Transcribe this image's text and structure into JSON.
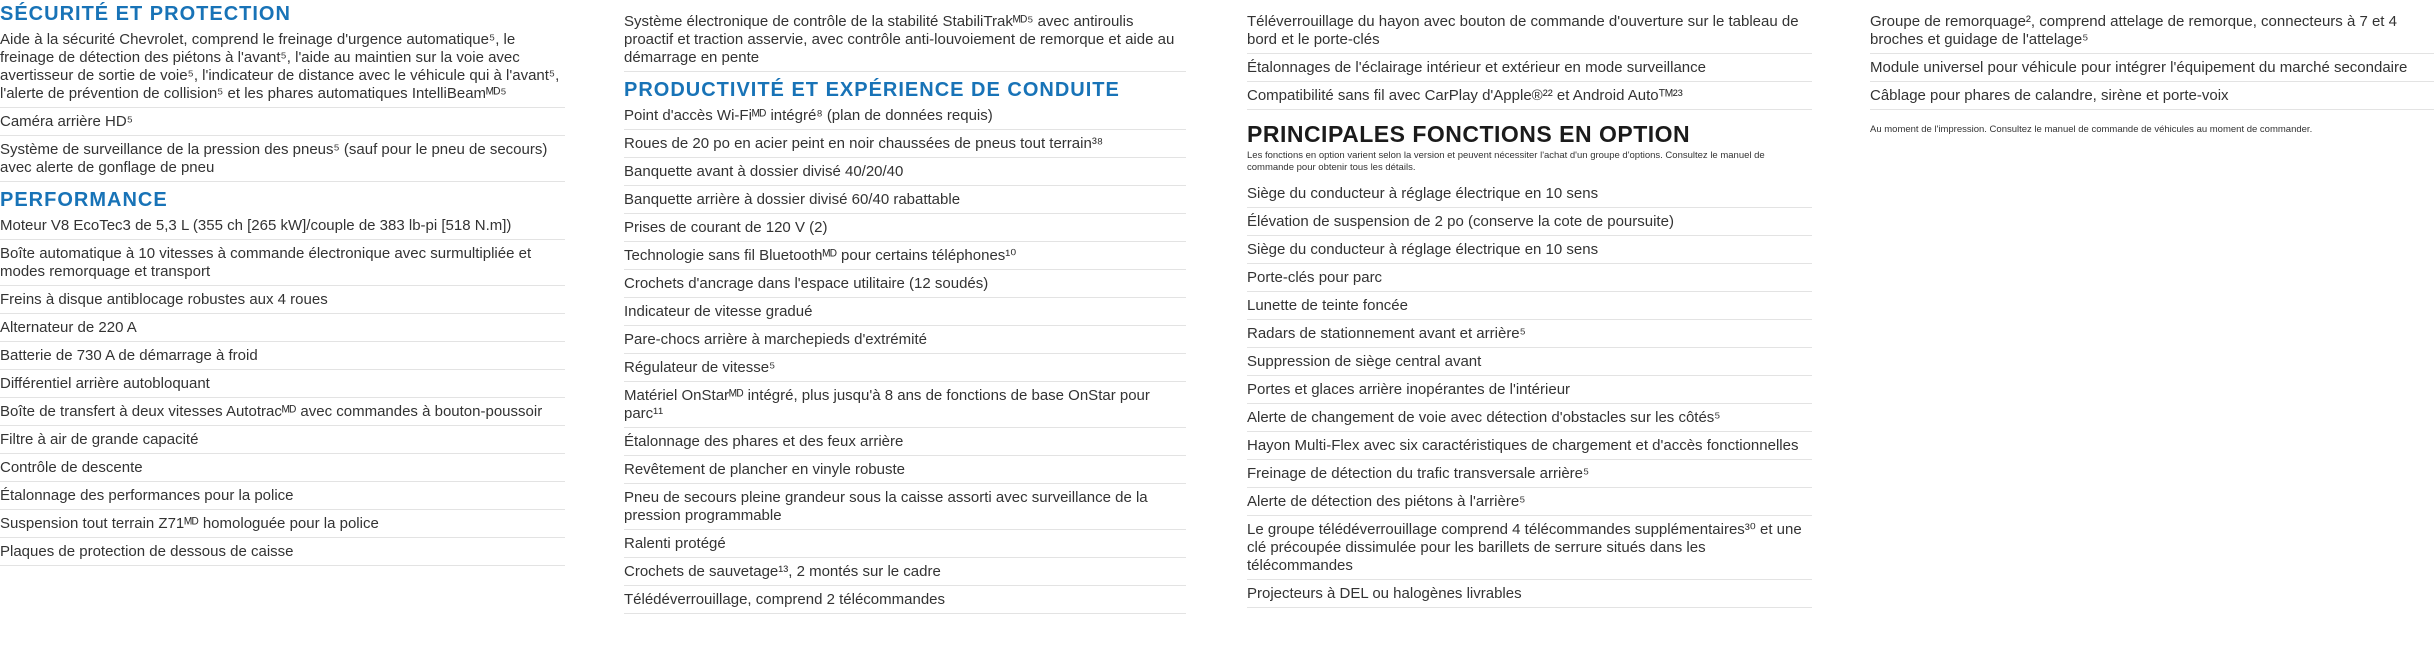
{
  "col1": {
    "safety_title": "SÉCURITÉ ET PROTECTION",
    "safety_items": [
      {
        "text": "Aide à la sécurité Chevrolet, comprend le freinage d'urgence automatique⁵, le freinage de détection des piétons à l'avant⁵, l'aide au maintien sur la voie avec avertisseur de sortie de voie⁵, l'indicateur de distance avec le véhicule qui à l'avant⁵, l'alerte de prévention de collision⁵ et les phares automatiques IntelliBeamᴹᴰ⁵"
      },
      {
        "text": "Caméra arrière HD⁵"
      },
      {
        "text": "Système de surveillance de la pression des pneus⁵ (sauf pour le pneu de secours) avec alerte de gonflage de pneu"
      }
    ],
    "performance_title": "PERFORMANCE",
    "performance_items": [
      {
        "text": "Moteur V8 EcoTec3 de 5,3 L (355 ch [265 kW]/couple de 383 lb-pi [518 N.m])"
      },
      {
        "text": "Boîte automatique à 10 vitesses à commande électronique avec surmultipliée et modes remorquage et transport"
      },
      {
        "text": "Freins à disque antiblocage robustes aux 4 roues"
      },
      {
        "text": "Alternateur de 220 A"
      },
      {
        "text": "Batterie de 730 A de démarrage à froid"
      },
      {
        "text": "Différentiel arrière autobloquant"
      },
      {
        "text": "Boîte de transfert à deux vitesses Autotracᴹᴰ avec commandes à bouton-poussoir"
      },
      {
        "text": "Filtre à air de grande capacité"
      },
      {
        "text": "Contrôle de descente"
      },
      {
        "text": "Étalonnage des performances pour la police"
      },
      {
        "text": "Suspension tout terrain Z71ᴹᴰ homologuée pour la police"
      },
      {
        "text": "Plaques de protection de dessous de caisse"
      }
    ]
  },
  "col2": {
    "top_items": [
      {
        "text": "Système électronique de contrôle de la stabilité StabiliTrakᴹᴰ⁵ avec antiroulis proactif et traction asservie, avec contrôle anti-louvoiement de remorque et aide au démarrage en pente"
      }
    ],
    "driving_title": "PRODUCTIVITÉ ET EXPÉRIENCE DE CONDUITE",
    "driving_items": [
      {
        "text": "Point d'accès Wi-Fiᴹᴰ intégré⁸ (plan de données requis)"
      },
      {
        "text": "Roues de 20 po en acier peint en noir chaussées de pneus tout terrain³⁸"
      },
      {
        "text": "Banquette avant à dossier divisé 40/20/40"
      },
      {
        "text": "Banquette arrière à dossier divisé 60/40 rabattable"
      },
      {
        "text": "Prises de courant de 120 V (2)"
      },
      {
        "text": "Technologie sans fil Bluetoothᴹᴰ pour certains téléphones¹⁰"
      },
      {
        "text": "Crochets d'ancrage dans l'espace utilitaire (12 soudés)"
      },
      {
        "text": "Indicateur de vitesse gradué"
      },
      {
        "text": "Pare-chocs arrière à marchepieds d'extrémité"
      },
      {
        "text": "Régulateur de vitesse⁵"
      },
      {
        "text": "Matériel OnStarᴹᴰ intégré, plus jusqu'à 8 ans de fonctions de base OnStar pour parc¹¹"
      },
      {
        "text": "Étalonnage des phares et des feux arrière"
      },
      {
        "text": "Revêtement de plancher en vinyle robuste"
      },
      {
        "text": "Pneu de secours pleine grandeur sous la caisse assorti avec surveillance de la pression programmable"
      },
      {
        "text": "Ralenti protégé"
      },
      {
        "text": "Crochets de sauvetage¹³, 2 montés sur le cadre"
      },
      {
        "text": "Télédéverrouillage, comprend 2 télécommandes"
      }
    ]
  },
  "col3": {
    "top_items": [
      {
        "text": "Téléverrouillage du hayon avec bouton de commande d'ouverture sur le tableau de bord et le porte-clés"
      },
      {
        "text": "Étalonnages de l'éclairage intérieur et extérieur en mode surveillance"
      },
      {
        "text": "Compatibilité sans fil avec CarPlay d'Apple®²² et Android Autoᵀᴹ²³"
      }
    ],
    "options_title": "PRINCIPALES FONCTIONS EN OPTION",
    "options_note": "Les fonctions en option varient selon la version et peuvent nécessiter l'achat d'un groupe d'options. Consultez le manuel de commande pour obtenir tous les détails.",
    "options_items": [
      {
        "text": "Siège du conducteur à réglage électrique en 10 sens"
      },
      {
        "text": "Élévation de suspension de 2 po (conserve la cote de poursuite)"
      },
      {
        "text": "Siège du conducteur à réglage électrique en 10 sens"
      },
      {
        "text": "Porte-clés pour parc"
      },
      {
        "text": "Lunette de teinte foncée"
      },
      {
        "text": "Radars de stationnement avant et arrière⁵"
      },
      {
        "text": "Suppression de siège central avant"
      },
      {
        "text": "Portes et glaces arrière inopérantes de l'intérieur"
      },
      {
        "text": "Alerte de changement de voie avec détection d'obstacles sur les côtés⁵"
      },
      {
        "text": "Hayon Multi-Flex avec six caractéristiques de chargement et d'accès fonctionnelles"
      },
      {
        "text": "Freinage de détection du trafic transversale arrière⁵"
      },
      {
        "text": "Alerte de détection des piétons à l'arrière⁵"
      },
      {
        "text": "Le groupe télédéverrouillage comprend 4 télécommandes supplémentaires³⁰ et une clé précoupée dissimulée pour les barillets de serrure situés dans les télécommandes"
      },
      {
        "text": "Projecteurs à DEL ou halogènes livrables"
      }
    ]
  },
  "col4": {
    "items": [
      {
        "text": "Groupe de remorquage², comprend attelage de remorque, connecteurs à 7 et 4 broches et guidage de l'attelage⁵"
      },
      {
        "text": "Module universel pour véhicule pour intégrer l'équipement du marché secondaire"
      },
      {
        "text": "Câblage pour phares de calandre, sirène et porte-voix"
      }
    ],
    "footnote": "Au moment de l'impression. Consultez le manuel de commande de véhicules au moment de commander."
  }
}
